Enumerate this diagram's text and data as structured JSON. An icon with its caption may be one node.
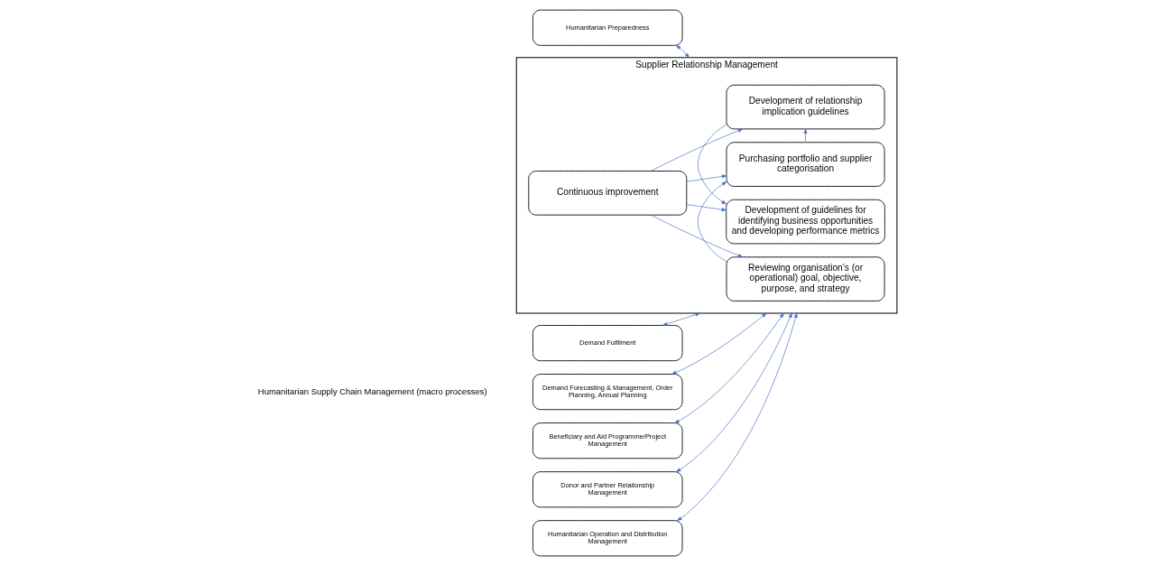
{
  "diagram": {
    "nodes": [
      {
        "text": [
          "Humanitarian Preparedness"
        ]
      },
      {
        "text": [
          "Humanitarian Operation and Distribution Management"
        ]
      },
      {
        "text": [
          "Demand Fulfilment"
        ]
      },
      {
        "text": [
          "Demand Forecasting & Management, Order Planning, Annual Planning"
        ]
      },
      {
        "text": [
          "Beneficiary and Aid Programme/Project Management"
        ]
      },
      {
        "text": [
          "Donor and Partner Relationship Management"
        ]
      },
      {
        "text": [
          "Supplier Relationship Management"
        ]
      },
      {
        "text": [
          "Reviewing organisation’s (or operational) goal, objective, purpose, and strategy"
        ],
        "in": 6
      },
      {
        "text": [
          "Purchasing portfolio and supplier categorisation"
        ],
        "in": 6
      },
      {
        "text": [
          "Development of relationship implication guidelines"
        ],
        "in": 6
      },
      {
        "text": [
          "Development of guidelines for identifying business opportunities and developing performance metrics"
        ],
        "in": 6
      },
      {
        "text": [
          "Continuous improvement"
        ],
        "in": 6
      }
    ],
    "edges": [
      {
        "from": 0,
        "to": 6,
        "arrow": "both"
      },
      {
        "from": 1,
        "to": 6,
        "arrow": "both"
      },
      {
        "from": 2,
        "to": 6,
        "arrow": "both"
      },
      {
        "from": 3,
        "to": 6,
        "arrow": "both"
      },
      {
        "from": 4,
        "to": 6,
        "arrow": "both"
      },
      {
        "from": 5,
        "to": 6,
        "arrow": "both"
      },
      {
        "from": 7,
        "to": 8,
        "arrow": "to"
      },
      {
        "from": 8,
        "to": 9,
        "arrow": "to"
      },
      {
        "from": 9,
        "to": 10,
        "arrow": "to"
      },
      {
        "from": 11,
        "to": 7,
        "arrow": "to"
      },
      {
        "from": 11,
        "to": 8,
        "arrow": "to"
      },
      {
        "from": 11,
        "to": 9,
        "arrow": "to"
      },
      {
        "from": 11,
        "to": 10,
        "arrow": "to"
      }
    ],
    "labels": [
      "Humanitarian Supply Chain Management (macro processes)"
    ]
  }
}
